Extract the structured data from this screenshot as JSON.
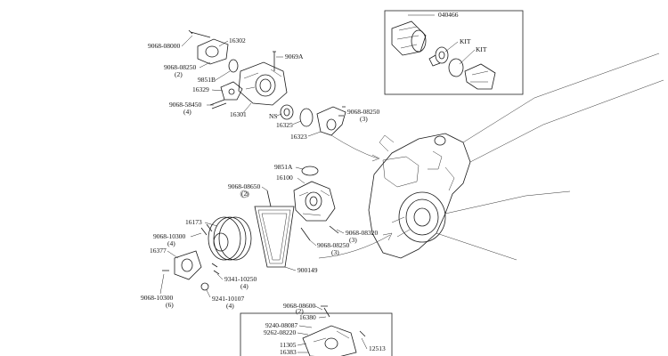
{
  "diagram": {
    "callouts": {
      "c040466": "040466",
      "kit1": "KIT",
      "kit2": "KIT",
      "c9068_08000": "9068-08000",
      "c16302": "16302",
      "c9069A": "9069A",
      "c9068_08250_top": "9068-08250",
      "c9068_08250_top_q": "(2)",
      "c9851B": "9851B",
      "c16329": "16329",
      "c9068_58450": "9068-58450",
      "c9068_58450_q": "(4)",
      "c16301": "16301",
      "cNS": "NS",
      "c9068_08250_r": "9068-08250",
      "c9068_08250_r_q": "(3)",
      "c16325": "16325",
      "c16323": "16323",
      "c9851A": "9851A",
      "c16100": "16100",
      "c9068_08650": "9068-08650",
      "c9068_08650_q": "(2)",
      "c16173": "16173",
      "c9068_10300": "9068-10300",
      "c9068_10300_q": "(4)",
      "c16377": "16377",
      "c9068_08320": "9068-08320",
      "c9068_08320_q": "(3)",
      "c9068_08250_m": "9068-08250",
      "c9068_08250_m_q": "(3)",
      "c900149": "900149",
      "c9341_10250": "9341-10250",
      "c9341_10250_q": "(4)",
      "c9068_10300b": "9068-10300",
      "c9068_10300b_q": "(6)",
      "c9241_10107": "9241-10107",
      "c9241_10107_q": "(4)",
      "c9068_08600": "9068-08600",
      "c9068_08600_q": "(2)",
      "c16380": "16380",
      "c9240_08087": "9240-08087",
      "c9262_08220": "9262-08220",
      "c11305": "11305",
      "c16383": "16383",
      "c12513": "12513"
    }
  }
}
